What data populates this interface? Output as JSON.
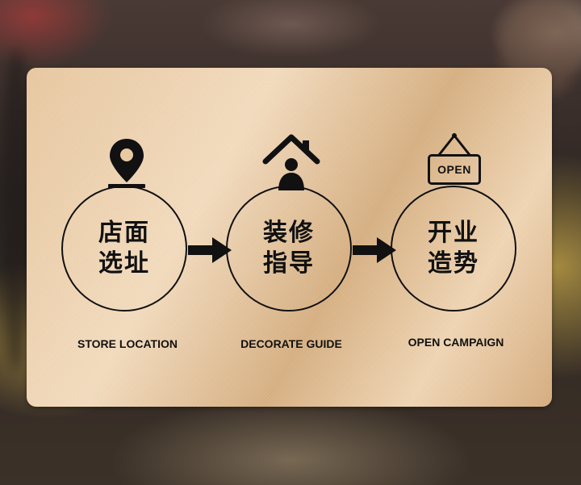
{
  "steps": [
    {
      "zh_line1": "店面",
      "zh_line2": "选址",
      "en": "STORE LOCATION",
      "icon": "location-pin-icon"
    },
    {
      "zh_line1": "装修",
      "zh_line2": "指导",
      "en": "DECORATE GUIDE",
      "icon": "house-person-icon"
    },
    {
      "zh_line1": "开业",
      "zh_line2": "造势",
      "en": "OPEN CAMPAIGN",
      "icon": "open-sign-icon"
    }
  ],
  "open_sign_text": "OPEN",
  "colors": {
    "ink": "#111111",
    "card_gold": "#e8c9a2"
  }
}
